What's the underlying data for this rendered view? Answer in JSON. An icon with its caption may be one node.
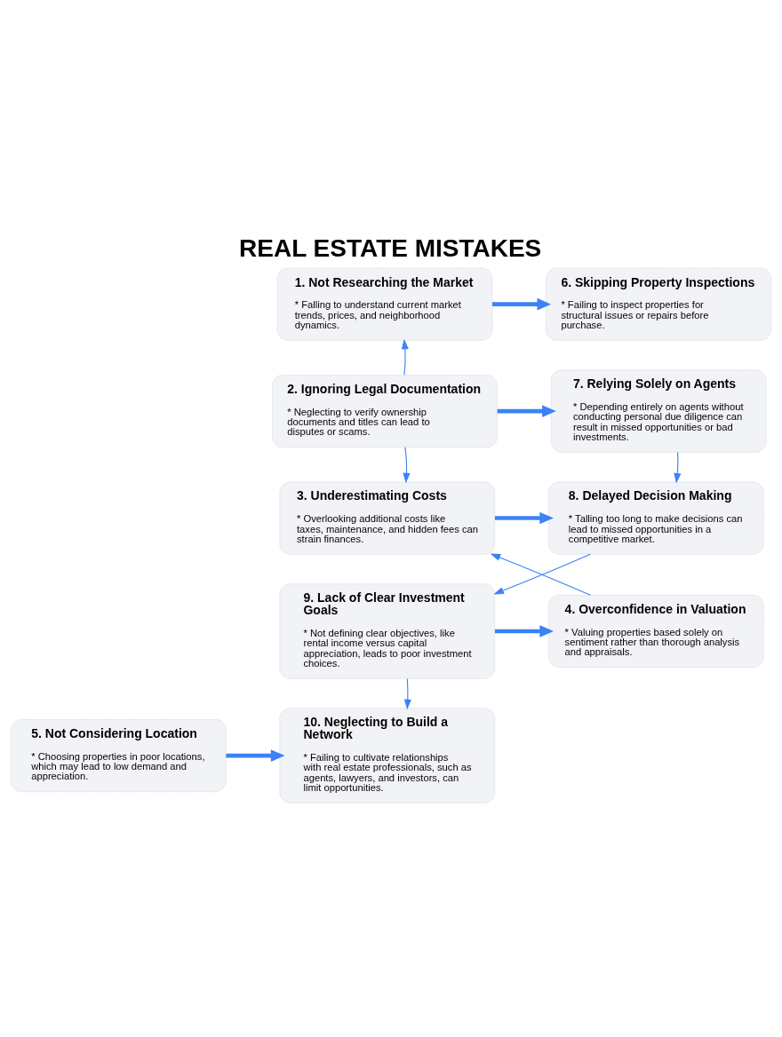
{
  "diagram": {
    "title": "REAL ESTATE MISTAKES",
    "nodes": [
      {
        "text": [
          "1. Not Researching the Market",
          "* Falling to understand current market trends, prices, and neighborhood dynamics."
        ]
      },
      {
        "text": [
          "2. Ignoring Legal Documentation",
          "* Neglecting to verify ownership documents and titles can lead to disputes or scams."
        ]
      },
      {
        "text": [
          "3. Underestimating Costs",
          "* Overlooking additional costs like taxes, maintenance, and hidden fees can strain finances."
        ]
      },
      {
        "text": [
          "4. Overconfidence in Valuation",
          "* Valuing properties based solely on sentiment rather than thorough analysis and appraisals."
        ]
      },
      {
        "text": [
          "5. Not Considering Location",
          "* Choosing properties in poor locations, which may lead to low demand and appreciation."
        ]
      },
      {
        "text": [
          "6. Skipping Property Inspections",
          "* Failing to inspect properties for structural issues or repairs before purchase."
        ]
      },
      {
        "text": [
          "7. Relying Solely on Agents",
          "* Depending entirely on agents without conducting personal due diligence can result in missed opportunities or bad investments."
        ]
      },
      {
        "text": [
          "8. Delayed Decision Making",
          "* Talling too long to make decisions can lead to missed opportunities in a competitive market."
        ]
      },
      {
        "text": [
          "9. Lack of Clear Investment Goals",
          "* Not defining clear objectives, like rental income versus capital appreciation, leads to poor investment choices."
        ]
      },
      {
        "text": [
          "10. Neglecting to Build a Network",
          "* Failing to cultivate relationships with real estate professionals, such as agents, lawyers, and investors, can limit opportunities."
        ]
      }
    ],
    "edges": [
      {
        "from": 0,
        "to": 5,
        "arrow": "to",
        "style": "thick"
      },
      {
        "from": 1,
        "to": 6,
        "arrow": "to",
        "style": "thick"
      },
      {
        "from": 2,
        "to": 7,
        "arrow": "to",
        "style": "thick"
      },
      {
        "from": 8,
        "to": 3,
        "arrow": "to",
        "style": "thick"
      },
      {
        "from": 4,
        "to": 9,
        "arrow": "to",
        "style": "thick"
      },
      {
        "from": 1,
        "to": 0,
        "arrow": "to"
      },
      {
        "from": 1,
        "to": 2,
        "arrow": "to"
      },
      {
        "from": 3,
        "to": 2,
        "arrow": "to"
      },
      {
        "from": 6,
        "to": 7,
        "arrow": "to"
      },
      {
        "from": 7,
        "to": 8,
        "arrow": "to"
      },
      {
        "from": 8,
        "to": 9,
        "arrow": "to"
      }
    ]
  }
}
